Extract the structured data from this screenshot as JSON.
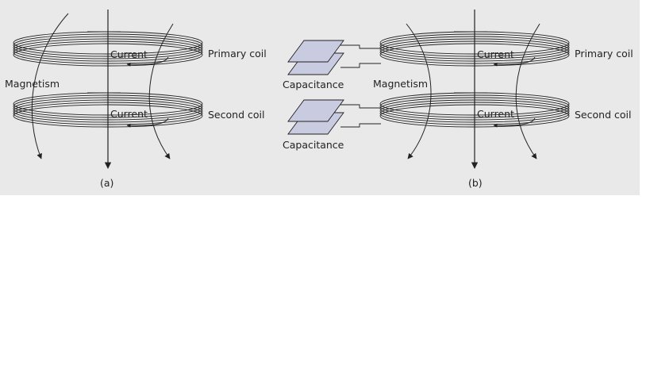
{
  "colors": {
    "panel_background": "#e9e9e9",
    "line": "#222222",
    "plate_fill": "#c9cbe0"
  },
  "panel_a": {
    "primary_coil_label": "Primary coil",
    "second_coil_label": "Second coil",
    "current_top_label": "Current",
    "current_bottom_label": "Current",
    "magnetism_label": "Magnetism",
    "caption": "(a)"
  },
  "panel_b": {
    "primary_coil_label": "Primary coil",
    "second_coil_label": "Second coil",
    "current_top_label": "Current",
    "current_bottom_label": "Current",
    "magnetism_label": "Magnetism",
    "capacitance_top_label": "Capacitance",
    "capacitance_bottom_label": "Capacitance",
    "caption": "(b)"
  }
}
